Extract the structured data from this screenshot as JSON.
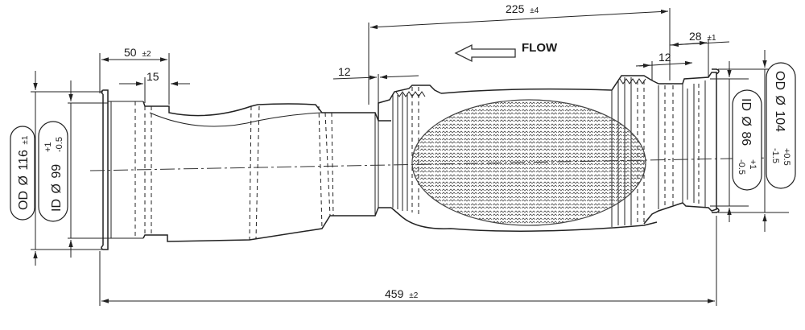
{
  "flow_label": "FLOW",
  "dimensions": {
    "overall_length": {
      "value": "459",
      "tol": "±2"
    },
    "mesh_section": {
      "value": "225",
      "tol": "±4"
    },
    "right_end": {
      "value": "28",
      "tol": "±1"
    },
    "left_end": {
      "value": "50",
      "tol": "±2"
    },
    "left_step": {
      "value": "15"
    },
    "left_bellow_gap": {
      "value": "12"
    },
    "right_bellow_gap": {
      "value": "12"
    }
  },
  "left_labels": {
    "od": {
      "prefix": "OD",
      "symbol": "Ø",
      "value": "116",
      "tol": "±1"
    },
    "id": {
      "prefix": "ID",
      "symbol": "Ø",
      "value": "99",
      "tol_upper": "+1",
      "tol_lower": "-0.5"
    }
  },
  "right_labels": {
    "id": {
      "prefix": "ID",
      "symbol": "Ø",
      "value": "86",
      "tol_upper": "+1",
      "tol_lower": "-0.5"
    },
    "od": {
      "prefix": "OD",
      "symbol": "Ø",
      "value": "104",
      "tol_upper": "+0.5",
      "tol_lower": "-1.5"
    }
  }
}
